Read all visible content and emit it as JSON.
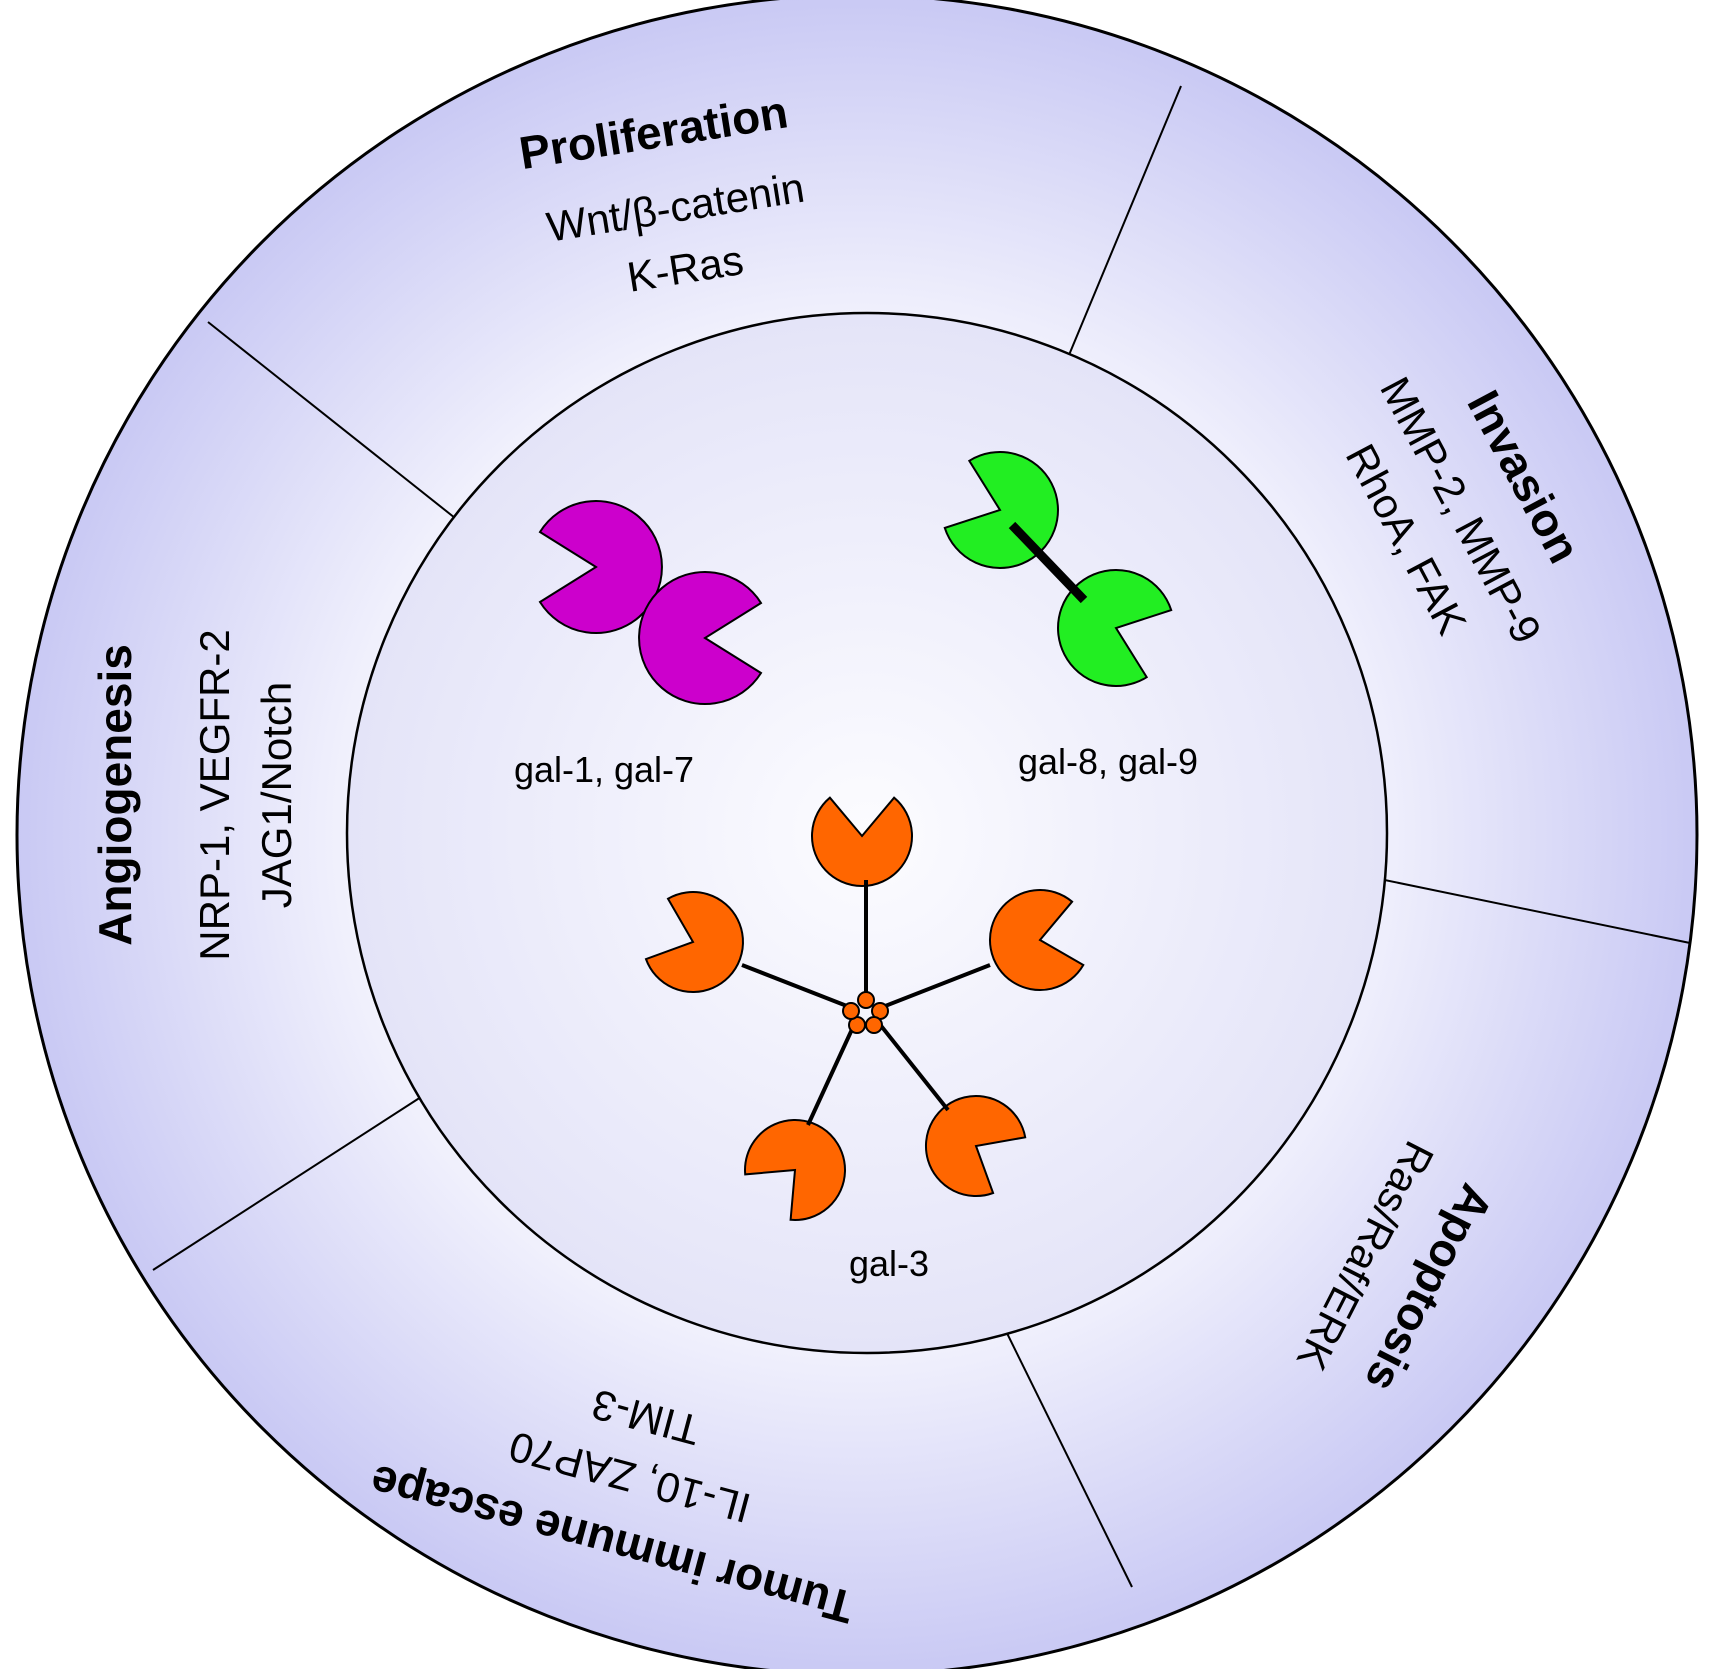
{
  "segments": [
    {
      "id": "proliferation",
      "title": "Proliferation",
      "items": [
        "Wnt/β-catenin",
        "K-Ras"
      ]
    },
    {
      "id": "invasion",
      "title": "Invasion",
      "items": [
        "MMP-2, MMP-9",
        "RhoA, FAK"
      ]
    },
    {
      "id": "apoptosis",
      "title": "Apoptosis",
      "items": [
        "Ras/Raf/ERK"
      ]
    },
    {
      "id": "tumor-immune-escape",
      "title": "Tumor immune escape",
      "items": [
        "IL-10, ZAP70",
        "TIM-3"
      ]
    },
    {
      "id": "angiogenesis",
      "title": "Angiogenesis",
      "items": [
        "NRP-1, VEGFR-2",
        "JAG1/Notch"
      ]
    }
  ],
  "galectins": {
    "prototype": {
      "label": "gal-1, gal-7",
      "color": "#cc00cc"
    },
    "tandem": {
      "label": "gal-8, gal-9",
      "color": "#22ee22"
    },
    "chimera": {
      "label": "gal-3",
      "color": "#ff6600"
    }
  },
  "colors": {
    "ring_fill": "#d2d2f8",
    "inner_fill": "#f0f0fc",
    "outline": "#000000"
  }
}
